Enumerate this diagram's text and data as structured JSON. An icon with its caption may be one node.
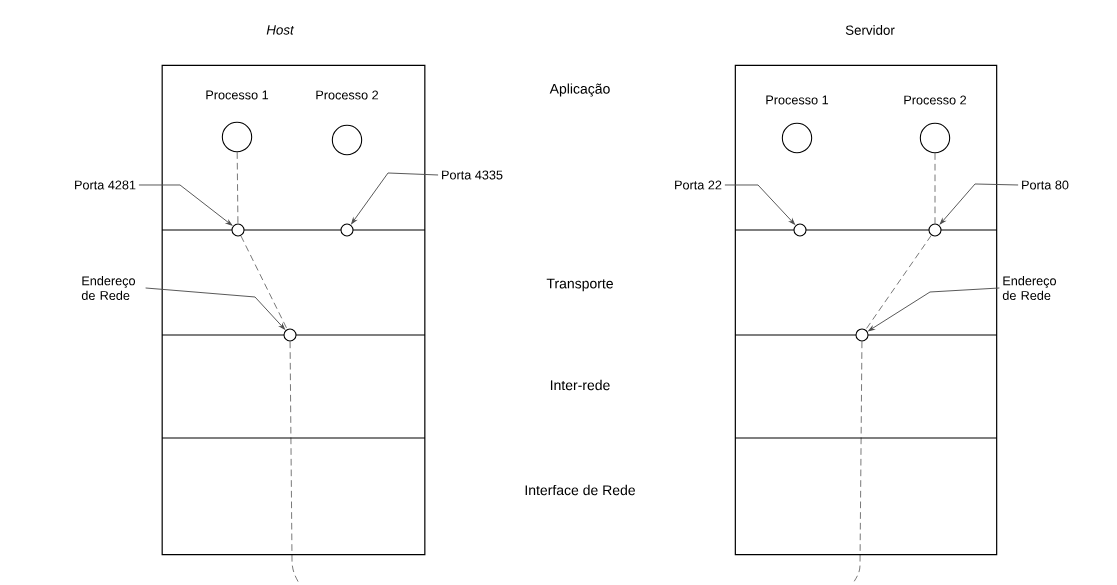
{
  "diagram": {
    "nodes": [
      {
        "text": [
          "Host"
        ]
      },
      {
        "text": [
          "Processo 1"
        ],
        "in": 0
      },
      {
        "text": [
          "Processo 2"
        ],
        "in": 0
      },
      {
        "text": [
          "Porta 4281"
        ]
      },
      {
        "text": [],
        "shape": "circle",
        "in": 0
      },
      {
        "text": [],
        "shape": "circle",
        "in": 0
      },
      {
        "text": [
          "Porta 4335"
        ]
      },
      {
        "text": [
          "Endereço de Rede"
        ]
      },
      {
        "text": [],
        "shape": "circle",
        "in": 0
      },
      {
        "text": [
          "Servidor"
        ]
      },
      {
        "text": [
          "Processo 1"
        ],
        "in": 9
      },
      {
        "text": [
          "Processo 2"
        ],
        "in": 9
      },
      {
        "text": [
          "Porta 22"
        ]
      },
      {
        "text": [],
        "shape": "circle",
        "in": 9
      },
      {
        "text": [],
        "shape": "circle",
        "in": 9
      },
      {
        "text": [
          "Porta 80"
        ]
      },
      {
        "text": [
          "Endereço de Rede"
        ]
      },
      {
        "text": [],
        "shape": "circle",
        "in": 9
      }
    ],
    "edges": [
      {
        "from": 3,
        "to": 4,
        "arrow": "to"
      },
      {
        "from": 6,
        "to": 5,
        "arrow": "to"
      },
      {
        "from": 7,
        "to": 8,
        "arrow": "to"
      },
      {
        "from": 1,
        "to": 4,
        "arrow": "none",
        "style": "dashed"
      },
      {
        "from": 4,
        "to": 8,
        "arrow": "none",
        "style": "dashed"
      },
      {
        "from": 8,
        "to": null,
        "arrow": "none",
        "style": "dashed"
      },
      {
        "from": 12,
        "to": 13,
        "arrow": "to"
      },
      {
        "from": 15,
        "to": 14,
        "arrow": "to"
      },
      {
        "from": 16,
        "to": 17,
        "arrow": "to"
      },
      {
        "from": 11,
        "to": 14,
        "arrow": "none",
        "style": "dashed"
      },
      {
        "from": 14,
        "to": 17,
        "arrow": "none",
        "style": "dashed"
      },
      {
        "from": 17,
        "to": null,
        "arrow": "none",
        "style": "dashed"
      }
    ],
    "labels": [
      "Aplicação",
      "Transporte",
      "Inter-rede",
      "Interface de Rede"
    ]
  }
}
